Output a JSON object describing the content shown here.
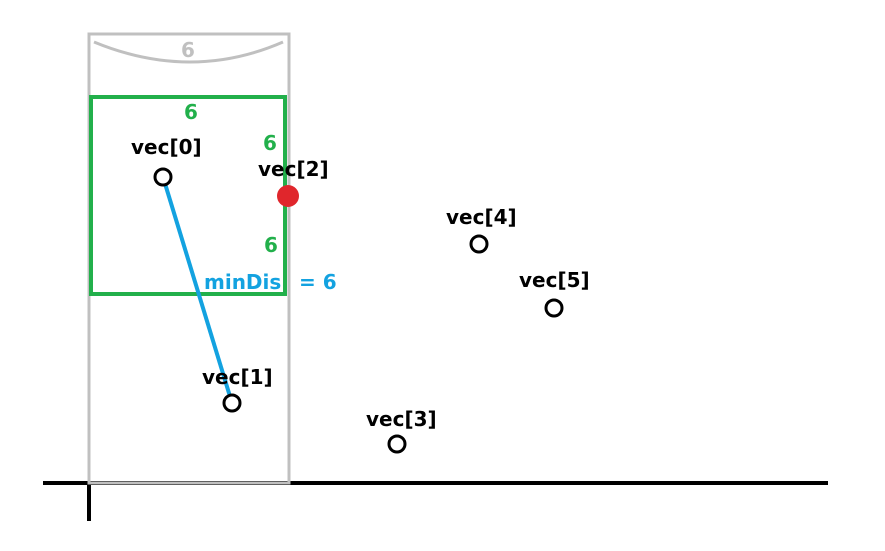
{
  "colors": {
    "strip": "#c0c0c0",
    "box": "#22b04b",
    "line": "#13a2e0",
    "red_point": "#e0262c",
    "ink": "#000000"
  },
  "strip_width_label": "6",
  "box_labels": {
    "top": "6",
    "right_upper": "6",
    "right_lower": "6"
  },
  "min_dis_label": "minDis",
  "min_dis_value": "= 6",
  "points": [
    {
      "label": "vec[0]"
    },
    {
      "label": "vec[1]"
    },
    {
      "label": "vec[2]"
    },
    {
      "label": "vec[3]"
    },
    {
      "label": "vec[4]"
    },
    {
      "label": "vec[5]"
    }
  ]
}
